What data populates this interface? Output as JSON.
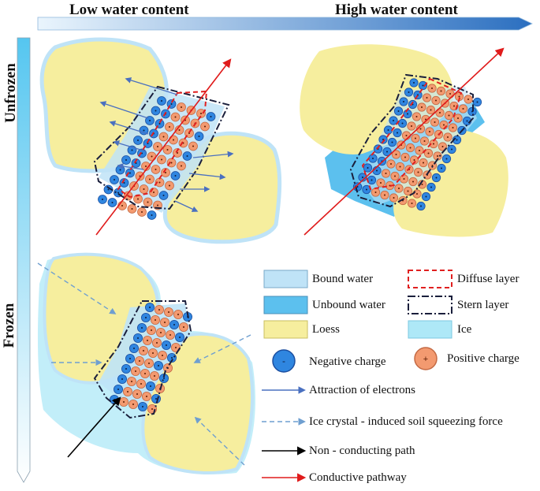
{
  "header": {
    "low_label": "Low water content",
    "high_label": "High water content"
  },
  "side": {
    "unfrozen_label": "Unfrozen",
    "frozen_label": "Frozen"
  },
  "panels": [
    {
      "id": "unfrozen-low",
      "state": "Unfrozen",
      "water": "Low"
    },
    {
      "id": "unfrozen-high",
      "state": "Unfrozen",
      "water": "High"
    },
    {
      "id": "frozen-low",
      "state": "Frozen",
      "water": "Low"
    }
  ],
  "legend": {
    "bound_water": "Bound water",
    "unbound_water": "Unbound water",
    "loess": "Loess",
    "diffuse_layer": "Diffuse layer",
    "stern_layer": "Stern layer",
    "ice": "Ice",
    "negative_charge": "Negative charge",
    "positive_charge": "Positive charge",
    "attraction": "Attraction of electrons",
    "ice_force": "Ice crystal - induced soil squeezing force",
    "non_conducting": "Non - conducting path",
    "conductive": "Conductive pathway"
  },
  "charge_symbols": {
    "negative": "-",
    "positive": "+"
  },
  "colors": {
    "bound_water": "#bfe3f7",
    "unbound_water": "#5cc0ee",
    "loess": "#f6ee9e",
    "ice": "#aee8f7",
    "negative": "#2f86e0",
    "positive": "#f39a70",
    "attraction_arrow": "#4a70c0",
    "ice_force_arrow": "#6f9fd0",
    "non_conducting_arrow": "#000000",
    "conductive_arrow": "#e01b1b",
    "diffuse_layer": "#e02020",
    "stern_layer": "#1a1f3c"
  }
}
